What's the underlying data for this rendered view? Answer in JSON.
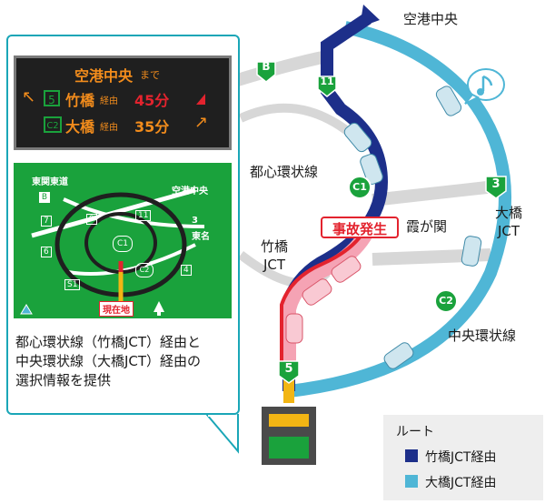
{
  "vms": {
    "destination": "空港中央",
    "made": "まで",
    "route1": {
      "number": "5",
      "name": "竹橋",
      "via": "経由",
      "time": "45分",
      "color": "#e3232e"
    },
    "route2": {
      "number": "C2",
      "name": "大橋",
      "via": "経由",
      "time": "35分",
      "color": "#f28c1c"
    }
  },
  "minimap": {
    "expressway_marker": "B",
    "top_left_label": "東関東道",
    "top_right_label": "空港中央",
    "route3_label": "東名",
    "route3_number": "3",
    "center_marker": "C1",
    "outer_marker": "C2",
    "route_numbers": [
      "7",
      "9",
      "11",
      "6",
      "4",
      "S1"
    ],
    "current_location": "現在地"
  },
  "description": [
    "都心環状線（竹橋JCT）経由と",
    "中央環状線（大橋JCT）経由の",
    "選択情報を提供"
  ],
  "map": {
    "airport_label": "空港中央",
    "marker_b": "B",
    "marker_11": "11",
    "marker_c1": "C1",
    "marker_3": "3",
    "marker_c2": "C2",
    "marker_5": "5",
    "inner_loop_label": "都心環状線",
    "takebashi_label_1": "竹橋",
    "takebashi_label_2": "JCT",
    "ohashi_label_1": "大橋",
    "ohashi_label_2": "JCT",
    "kasumigaseki_label": "霞が関",
    "outer_loop_label": "中央環状線",
    "accident_badge": "事故発生",
    "music_icon": "music-note-icon"
  },
  "legend": {
    "title": "ルート",
    "items": [
      {
        "label": "竹橋JCT経由",
        "color": "#1d2f8a"
      },
      {
        "label": "大橋JCT経由",
        "color": "#4fb6d6"
      }
    ]
  },
  "colors": {
    "panel_border": "#1aa6b7",
    "route_green": "#1aa23c",
    "accident_red": "#e3232e",
    "congestion_pink": "#f5a3b4"
  }
}
